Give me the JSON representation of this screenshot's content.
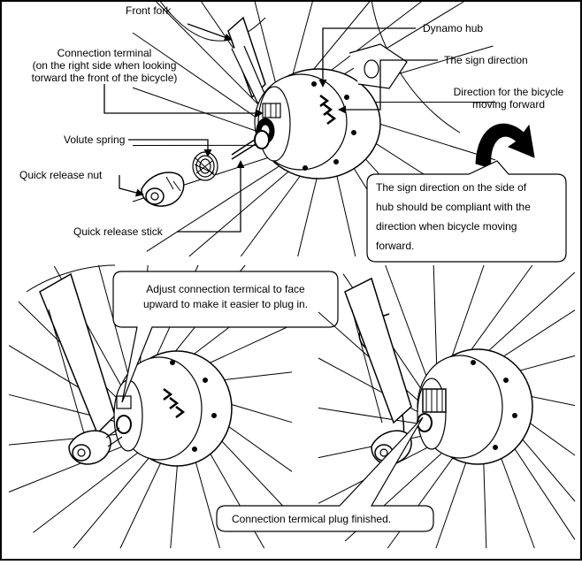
{
  "labels": {
    "front_fork": "Front fork",
    "dynamo_hub": "Dynamo hub",
    "connection_terminal_line1": "Connection terminal",
    "connection_terminal_line2": "(on the right side when looking",
    "connection_terminal_line3": "torward the front of the bicycle)",
    "sign_direction": "The sign direction",
    "direction_forward_line1": "Direction for the bicycle",
    "direction_forward_line2": "moving forward",
    "volute_spring": "Volute spring",
    "quick_release_nut": "Quick release nut",
    "quick_release_stick": "Quick release stick"
  },
  "callouts": {
    "sign_note_line1": "The sign direction on the side of",
    "sign_note_line2": "hub  should be compliant with the",
    "sign_note_line3": "direction when bicycle moving",
    "sign_note_line4": "forward.",
    "adjust_line1": "Adjust connection  termical to face",
    "adjust_line2": "upward to make it easier to plug in.",
    "plug_finished": "Connection termical plug finished."
  },
  "colors": {
    "line": "#000000",
    "background": "#ffffff",
    "shade": "#cccccc"
  }
}
